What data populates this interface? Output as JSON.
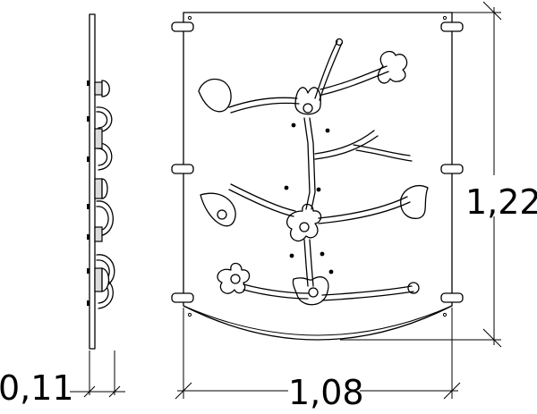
{
  "dimensions": {
    "height_label": "1,22",
    "width_label": "1,08",
    "depth_label": "0,11"
  },
  "colors": {
    "line": "#000000",
    "background": "#ffffff",
    "hardware": "#dcdcdc"
  }
}
